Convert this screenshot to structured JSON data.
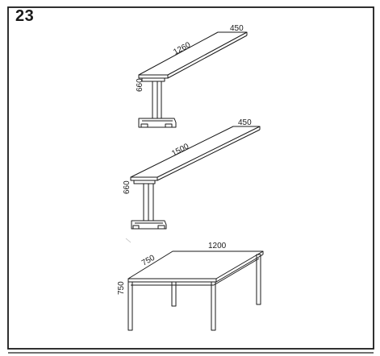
{
  "figure": {
    "number": "23"
  },
  "tables": [
    {
      "id": "bench-short",
      "length": "1260",
      "depth": "450",
      "height": "660"
    },
    {
      "id": "bench-long",
      "length": "1500",
      "depth": "450",
      "height": "660"
    },
    {
      "id": "table-four-leg",
      "length": "1200",
      "depth": "750",
      "height": "750"
    }
  ],
  "colors": {
    "ink": "#1a1a1a",
    "background": "#ffffff"
  }
}
